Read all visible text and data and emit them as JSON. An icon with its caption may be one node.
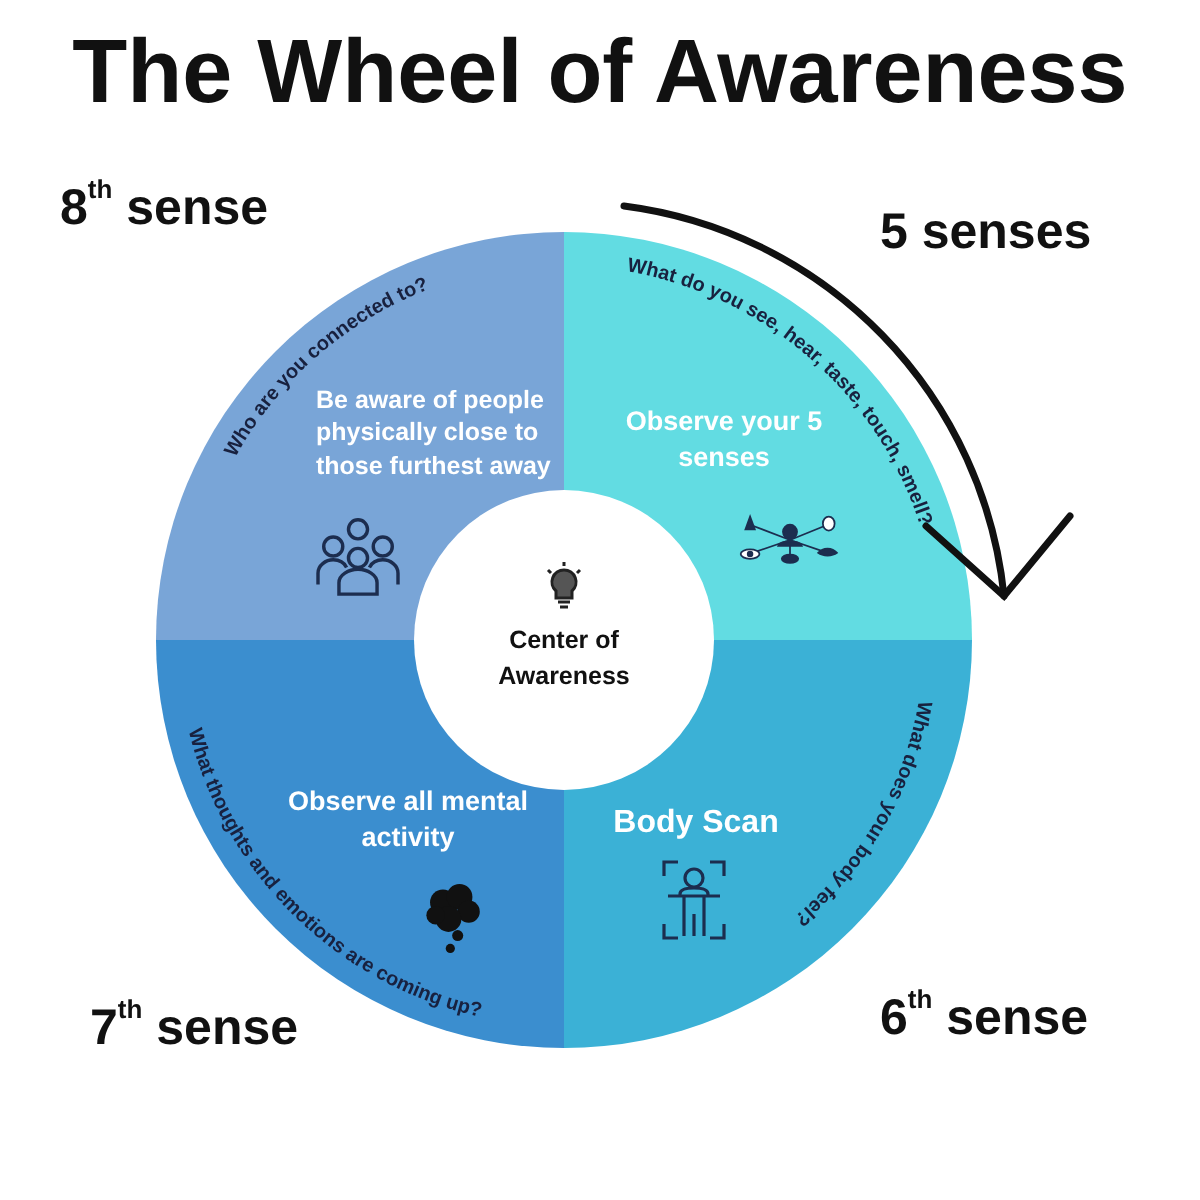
{
  "diagram": {
    "title": "The Wheel of Awareness",
    "nodes": [
      {
        "text": [
          "Who are you connected to?",
          "Be aware of people physically close to those furthest away"
        ]
      },
      {
        "text": [
          "What do you see, hear, taste, touch, smell?",
          "Observe your 5 senses"
        ]
      },
      {
        "text": [
          "Center of Awareness"
        ]
      },
      {
        "text": [
          "What thoughts and emotions are coming up?",
          "Observe all mental activity"
        ]
      },
      {
        "text": [
          "Body Scan",
          "What does your body feel?"
        ]
      }
    ],
    "labels": [
      "8$^{th}$ sense",
      "5 senses",
      "7$^{th}$ sense",
      "6$^{th}$ sense"
    ]
  }
}
